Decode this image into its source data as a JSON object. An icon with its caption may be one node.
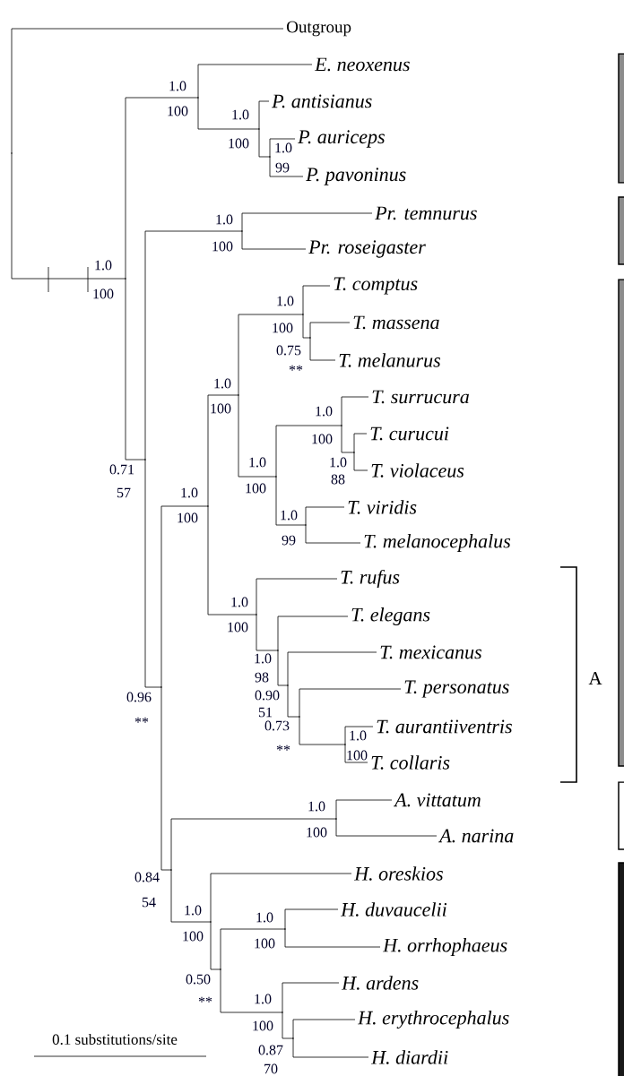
{
  "diagram": {
    "nodes": [
      {
        "text": [],
        "shape": "point"
      },
      {
        "text": [
          "Outgroup"
        ]
      },
      {
        "text": [],
        "shape": "point",
        "beside": [
          "1.0",
          "100"
        ]
      },
      {
        "text": [],
        "shape": "point",
        "beside": [
          "1.0",
          "100"
        ]
      },
      {
        "text": [
          "E. neoxenus"
        ]
      },
      {
        "text": [],
        "shape": "point",
        "beside": [
          "1.0",
          "100"
        ]
      },
      {
        "text": [
          "P. antisianus"
        ]
      },
      {
        "text": [],
        "shape": "point",
        "beside": [
          "1.0",
          "99"
        ]
      },
      {
        "text": [
          "P. auriceps"
        ]
      },
      {
        "text": [
          "P. pavoninus"
        ]
      },
      {
        "text": [],
        "shape": "point",
        "beside": [
          "0.71",
          "57"
        ]
      },
      {
        "text": [],
        "shape": "point",
        "beside": [
          "1.0",
          "100"
        ]
      },
      {
        "text": [
          "Pr. temnurus"
        ]
      },
      {
        "text": [
          "Pr. roseigaster"
        ]
      },
      {
        "text": [],
        "shape": "point",
        "beside": [
          "0.96",
          "**"
        ]
      },
      {
        "text": [],
        "shape": "point",
        "beside": [
          "1.0",
          "100"
        ]
      },
      {
        "text": [],
        "shape": "point",
        "beside": [
          "1.0",
          "100"
        ]
      },
      {
        "text": [],
        "shape": "point",
        "beside": [
          "1.0",
          "100"
        ]
      },
      {
        "text": [
          "T. comptus"
        ]
      },
      {
        "text": [],
        "shape": "point",
        "beside": [
          "0.75",
          "**"
        ]
      },
      {
        "text": [
          "T. massena"
        ]
      },
      {
        "text": [
          "T. melanurus"
        ]
      },
      {
        "text": [],
        "shape": "point",
        "beside": [
          "1.0",
          "100"
        ]
      },
      {
        "text": [],
        "shape": "point",
        "beside": [
          "1.0",
          "100"
        ]
      },
      {
        "text": [
          "T. surrucura"
        ]
      },
      {
        "text": [],
        "shape": "point",
        "beside": [
          "1.0",
          "88"
        ]
      },
      {
        "text": [
          "T. curucui"
        ]
      },
      {
        "text": [
          "T. violaceus"
        ]
      },
      {
        "text": [],
        "shape": "point",
        "beside": [
          "1.0",
          "99"
        ]
      },
      {
        "text": [
          "T. viridis"
        ]
      },
      {
        "text": [
          "T. melanocephalus"
        ]
      },
      {
        "text": [],
        "shape": "point",
        "beside": [
          "1.0",
          "100"
        ]
      },
      {
        "text": [
          "T. rufus"
        ]
      },
      {
        "text": [],
        "shape": "point",
        "beside": [
          "1.0",
          "98"
        ]
      },
      {
        "text": [
          "T. elegans"
        ]
      },
      {
        "text": [],
        "shape": "point",
        "beside": [
          "0.90",
          "51"
        ]
      },
      {
        "text": [
          "T. mexicanus"
        ]
      },
      {
        "text": [],
        "shape": "point",
        "beside": [
          "0.73",
          "**"
        ]
      },
      {
        "text": [
          "T. personatus"
        ]
      },
      {
        "text": [],
        "shape": "point",
        "beside": [
          "1.0",
          "100"
        ]
      },
      {
        "text": [
          "T. aurantiiventris"
        ]
      },
      {
        "text": [
          "T. collaris"
        ]
      },
      {
        "text": [],
        "shape": "point",
        "beside": [
          "0.84",
          "54"
        ]
      },
      {
        "text": [],
        "shape": "point",
        "beside": [
          "1.0",
          "100"
        ]
      },
      {
        "text": [
          "A. vittatum"
        ]
      },
      {
        "text": [
          "A. narina"
        ]
      },
      {
        "text": [],
        "shape": "point",
        "beside": [
          "1.0",
          "100"
        ]
      },
      {
        "text": [
          "H. oreskios"
        ]
      },
      {
        "text": [],
        "shape": "point",
        "beside": [
          "0.50",
          "**"
        ]
      },
      {
        "text": [],
        "shape": "point",
        "beside": [
          "1.0",
          "100"
        ]
      },
      {
        "text": [
          "H. duvaucelii"
        ]
      },
      {
        "text": [
          "H. orrhophaeus"
        ]
      },
      {
        "text": [],
        "shape": "point",
        "beside": [
          "1.0",
          "100"
        ]
      },
      {
        "text": [
          "H. ardens"
        ]
      },
      {
        "text": [],
        "shape": "point",
        "beside": [
          "0.87",
          "70"
        ]
      },
      {
        "text": [
          "H. erythrocephalus"
        ]
      },
      {
        "text": [
          "H. diardii"
        ]
      }
    ],
    "edges": [
      {
        "from": 0,
        "to": 1,
        "arrow": "none"
      },
      {
        "from": 0,
        "to": 2,
        "arrow": "none"
      },
      {
        "from": 2,
        "to": 3,
        "arrow": "none"
      },
      {
        "from": 2,
        "to": 10,
        "arrow": "none"
      },
      {
        "from": 3,
        "to": 4,
        "arrow": "none"
      },
      {
        "from": 3,
        "to": 5,
        "arrow": "none"
      },
      {
        "from": 5,
        "to": 6,
        "arrow": "none"
      },
      {
        "from": 5,
        "to": 7,
        "arrow": "none"
      },
      {
        "from": 7,
        "to": 8,
        "arrow": "none"
      },
      {
        "from": 7,
        "to": 9,
        "arrow": "none"
      },
      {
        "from": 10,
        "to": 11,
        "arrow": "none"
      },
      {
        "from": 10,
        "to": 14,
        "arrow": "none"
      },
      {
        "from": 11,
        "to": 12,
        "arrow": "none"
      },
      {
        "from": 11,
        "to": 13,
        "arrow": "none"
      },
      {
        "from": 14,
        "to": 15,
        "arrow": "none"
      },
      {
        "from": 14,
        "to": 42,
        "arrow": "none"
      },
      {
        "from": 15,
        "to": 16,
        "arrow": "none"
      },
      {
        "from": 15,
        "to": 31,
        "arrow": "none"
      },
      {
        "from": 16,
        "to": 17,
        "arrow": "none"
      },
      {
        "from": 16,
        "to": 22,
        "arrow": "none"
      },
      {
        "from": 17,
        "to": 18,
        "arrow": "none"
      },
      {
        "from": 17,
        "to": 19,
        "arrow": "none"
      },
      {
        "from": 19,
        "to": 20,
        "arrow": "none"
      },
      {
        "from": 19,
        "to": 21,
        "arrow": "none"
      },
      {
        "from": 22,
        "to": 23,
        "arrow": "none"
      },
      {
        "from": 22,
        "to": 28,
        "arrow": "none"
      },
      {
        "from": 23,
        "to": 24,
        "arrow": "none"
      },
      {
        "from": 23,
        "to": 25,
        "arrow": "none"
      },
      {
        "from": 25,
        "to": 26,
        "arrow": "none"
      },
      {
        "from": 25,
        "to": 27,
        "arrow": "none"
      },
      {
        "from": 28,
        "to": 29,
        "arrow": "none"
      },
      {
        "from": 28,
        "to": 30,
        "arrow": "none"
      },
      {
        "from": 31,
        "to": 32,
        "arrow": "none"
      },
      {
        "from": 31,
        "to": 33,
        "arrow": "none"
      },
      {
        "from": 33,
        "to": 34,
        "arrow": "none"
      },
      {
        "from": 33,
        "to": 35,
        "arrow": "none"
      },
      {
        "from": 35,
        "to": 36,
        "arrow": "none"
      },
      {
        "from": 35,
        "to": 37,
        "arrow": "none"
      },
      {
        "from": 37,
        "to": 38,
        "arrow": "none"
      },
      {
        "from": 37,
        "to": 39,
        "arrow": "none"
      },
      {
        "from": 39,
        "to": 40,
        "arrow": "none"
      },
      {
        "from": 39,
        "to": 41,
        "arrow": "none"
      },
      {
        "from": 42,
        "to": 43,
        "arrow": "none"
      },
      {
        "from": 42,
        "to": 46,
        "arrow": "none"
      },
      {
        "from": 43,
        "to": 44,
        "arrow": "none"
      },
      {
        "from": 43,
        "to": 45,
        "arrow": "none"
      },
      {
        "from": 46,
        "to": 47,
        "arrow": "none"
      },
      {
        "from": 46,
        "to": 48,
        "arrow": "none"
      },
      {
        "from": 48,
        "to": 49,
        "arrow": "none"
      },
      {
        "from": 48,
        "to": 52,
        "arrow": "none"
      },
      {
        "from": 49,
        "to": 50,
        "arrow": "none"
      },
      {
        "from": 49,
        "to": 51,
        "arrow": "none"
      },
      {
        "from": 52,
        "to": 53,
        "arrow": "none"
      },
      {
        "from": 52,
        "to": 54,
        "arrow": "none"
      },
      {
        "from": 54,
        "to": 55,
        "arrow": "none"
      },
      {
        "from": 54,
        "to": 56,
        "arrow": "none"
      }
    ],
    "labels": [
      "A",
      "0.1 substitutions/site"
    ]
  }
}
